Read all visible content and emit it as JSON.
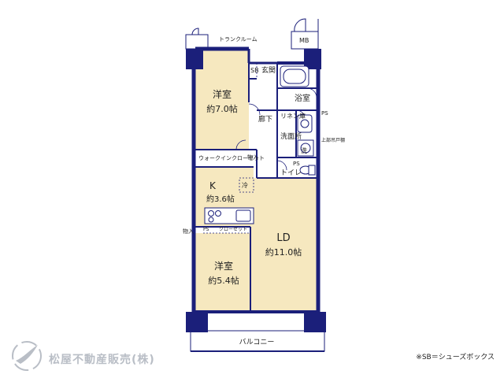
{
  "colors": {
    "wall": "#1b1f7a",
    "room_fill": "#f6e8bf",
    "service_fill": "#ffffff",
    "logo_gray": "#b9bec6"
  },
  "labels": {
    "trunk_room": "トランクルーム",
    "mb": "MB",
    "sb": "SB",
    "entrance": "玄関",
    "bath": "浴室",
    "ps_top": "PS",
    "western1_name": "洋室",
    "western1_size": "約7.0帖",
    "hallway": "廊下",
    "linen": "リネン庫",
    "washroom": "洗面所",
    "wash": "洗",
    "upper_cabinet": "上部吊戸棚",
    "ps_mid": "PS",
    "toilet": "トイレ",
    "walkin_closet": "ウォークインクローゼット",
    "storage_top": "物入",
    "kitchen_name": "K",
    "fridge": "冷",
    "kitchen_size": "約3.6帖",
    "storage_side": "物入",
    "ps_low": "PS",
    "closet": "クローゼット",
    "ld_name": "LD",
    "ld_size": "約11.0帖",
    "western2_name": "洋室",
    "western2_size": "約5.4帖",
    "balcony": "バルコニー"
  },
  "footnote": "※SB＝シューズボックス",
  "logo": {
    "name": "松屋不動産販売(株)",
    "icon": "bird-logo-icon"
  }
}
